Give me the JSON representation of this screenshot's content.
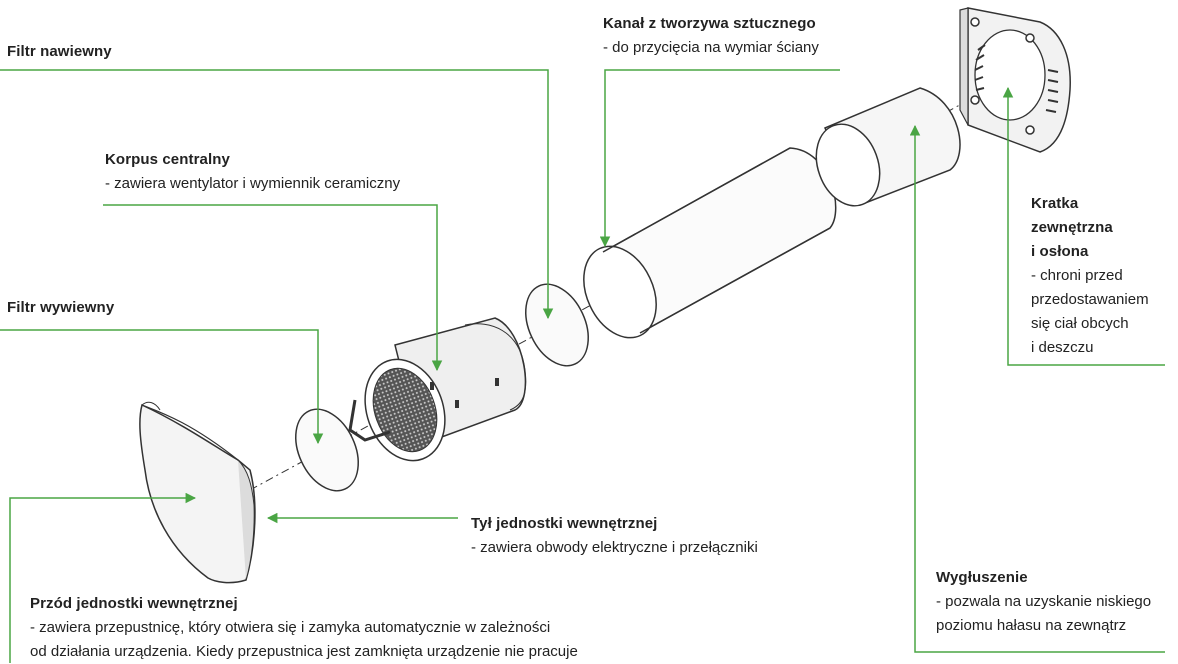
{
  "labels": {
    "filtr_nawiewny": {
      "title": "Filtr nawiewny"
    },
    "korpus": {
      "title": "Korpus centralny",
      "desc": "- zawiera wentylator i wymiennik ceramiczny"
    },
    "filtr_wywiewny": {
      "title": "Filtr wywiewny"
    },
    "kanal": {
      "title": "Kanał z tworzywa sztucznego",
      "desc": "- do przycięcia na wymiar ściany"
    },
    "kratka": {
      "title_lines": [
        "Kratka",
        "zewnętrzna",
        "i osłona"
      ],
      "desc_lines": [
        "- chroni przed",
        "przedostawaniem",
        "się ciał obcych",
        "i deszczu"
      ]
    },
    "tyl": {
      "title": "Tył jednostki wewnętrznej",
      "desc": "- zawiera obwody elektryczne i  przełączniki"
    },
    "wygluszenie": {
      "title": "Wygłuszenie",
      "desc_lines": [
        "- pozwala na uzyskanie niskiego",
        "poziomu hałasu na zewnątrz"
      ]
    },
    "przod": {
      "title": "Przód jednostki wewnętrznej",
      "desc_lines": [
        "- zawiera przepustnicę, który otwiera się i zamyka automatycznie w zależności",
        "od działania urządzenia. Kiedy przepustnica jest zamknięta urządzenie nie pracuje"
      ]
    }
  },
  "colors": {
    "leader": "#4aa544",
    "outline": "#333333",
    "shade": "#d9d9d9"
  }
}
